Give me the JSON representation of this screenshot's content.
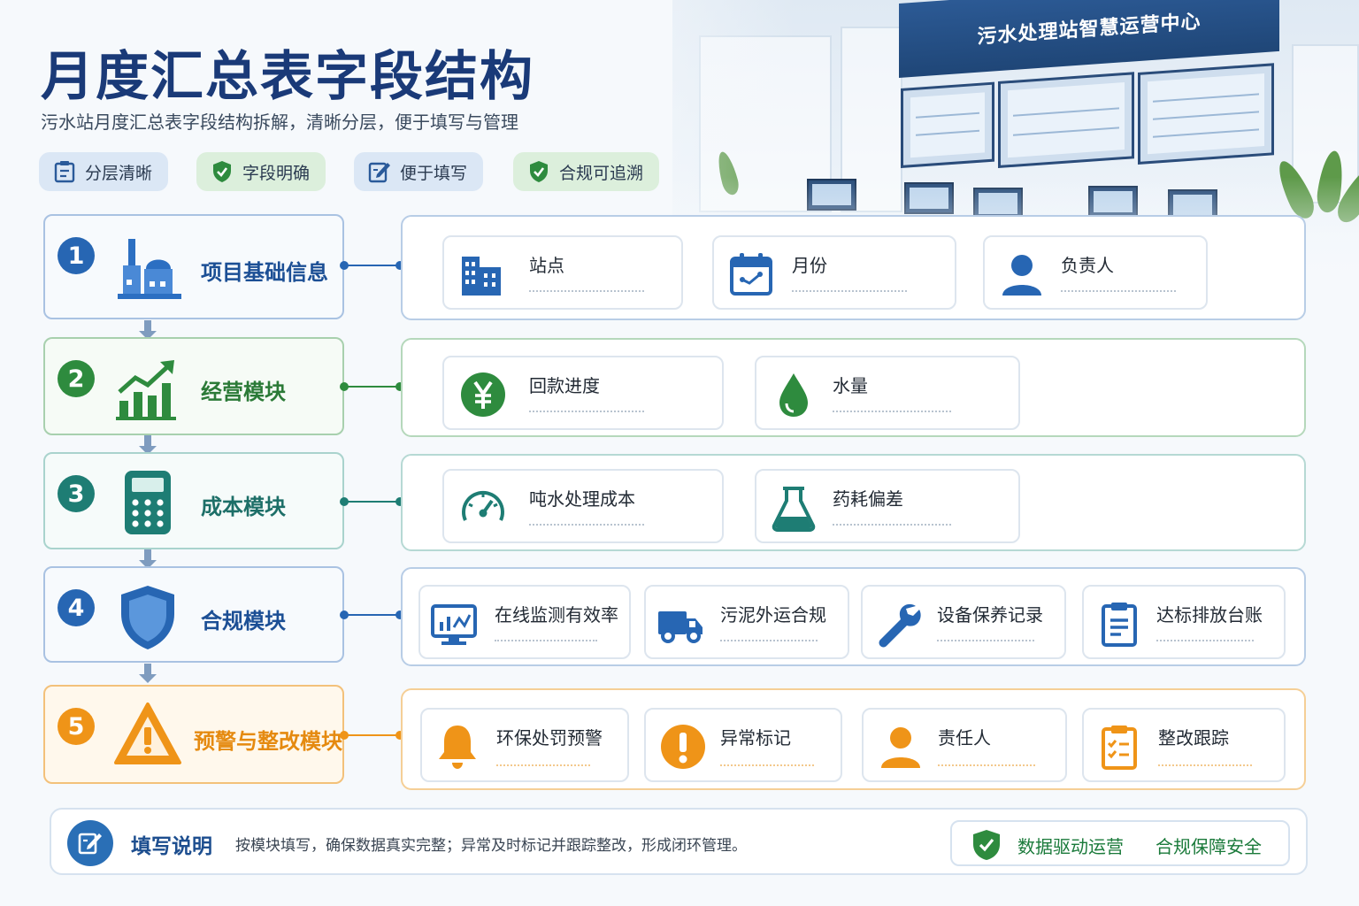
{
  "header": {
    "title": "月度汇总表字段结构",
    "subtitle": "污水站月度汇总表字段结构拆解，清晰分层，便于填写与管理"
  },
  "tags": [
    {
      "label": "分层清晰",
      "icon": "clipboard-icon"
    },
    {
      "label": "字段明确",
      "icon": "shield-check-icon"
    },
    {
      "label": "便于填写",
      "icon": "edit-icon"
    },
    {
      "label": "合规可追溯",
      "icon": "shield-check-icon"
    }
  ],
  "background": {
    "banner": "污水处理站智慧运营中心"
  },
  "modules": [
    {
      "num": "1",
      "label": "项目基础信息",
      "color": "#2766b3",
      "icon": "factory-icon",
      "fields": [
        {
          "label": "站点",
          "icon": "building-icon"
        },
        {
          "label": "月份",
          "icon": "calendar-icon"
        },
        {
          "label": "负责人",
          "icon": "person-icon"
        }
      ]
    },
    {
      "num": "2",
      "label": "经营模块",
      "color": "#2e8b3e",
      "icon": "growth-chart-icon",
      "fields": [
        {
          "label": "回款进度",
          "icon": "yen-icon"
        },
        {
          "label": "水量",
          "icon": "water-drop-icon"
        }
      ]
    },
    {
      "num": "3",
      "label": "成本模块",
      "color": "#1e7d74",
      "icon": "calculator-icon",
      "fields": [
        {
          "label": "吨水处理成本",
          "icon": "gauge-icon"
        },
        {
          "label": "药耗偏差",
          "icon": "flask-icon"
        }
      ]
    },
    {
      "num": "4",
      "label": "合规模块",
      "color": "#2766b3",
      "icon": "shield-icon",
      "fields": [
        {
          "label": "在线监测有效率",
          "icon": "monitor-icon"
        },
        {
          "label": "污泥外运合规",
          "icon": "truck-icon"
        },
        {
          "label": "设备保养记录",
          "icon": "wrench-icon"
        },
        {
          "label": "达标排放台账",
          "icon": "clipboard-icon"
        }
      ]
    },
    {
      "num": "5",
      "label": "预警与整改模块",
      "color": "#ef9418",
      "icon": "warning-icon",
      "fields": [
        {
          "label": "环保处罚预警",
          "icon": "bell-icon"
        },
        {
          "label": "异常标记",
          "icon": "exclamation-icon"
        },
        {
          "label": "责任人",
          "icon": "person-icon"
        },
        {
          "label": "整改跟踪",
          "icon": "checklist-icon"
        }
      ]
    }
  ],
  "footer": {
    "title": "填写说明",
    "text": "按模块填写，确保数据真实完整；异常及时标记并跟踪整改，形成闭环管理。",
    "badge_left": "数据驱动运营",
    "badge_right": "合规保障安全"
  }
}
